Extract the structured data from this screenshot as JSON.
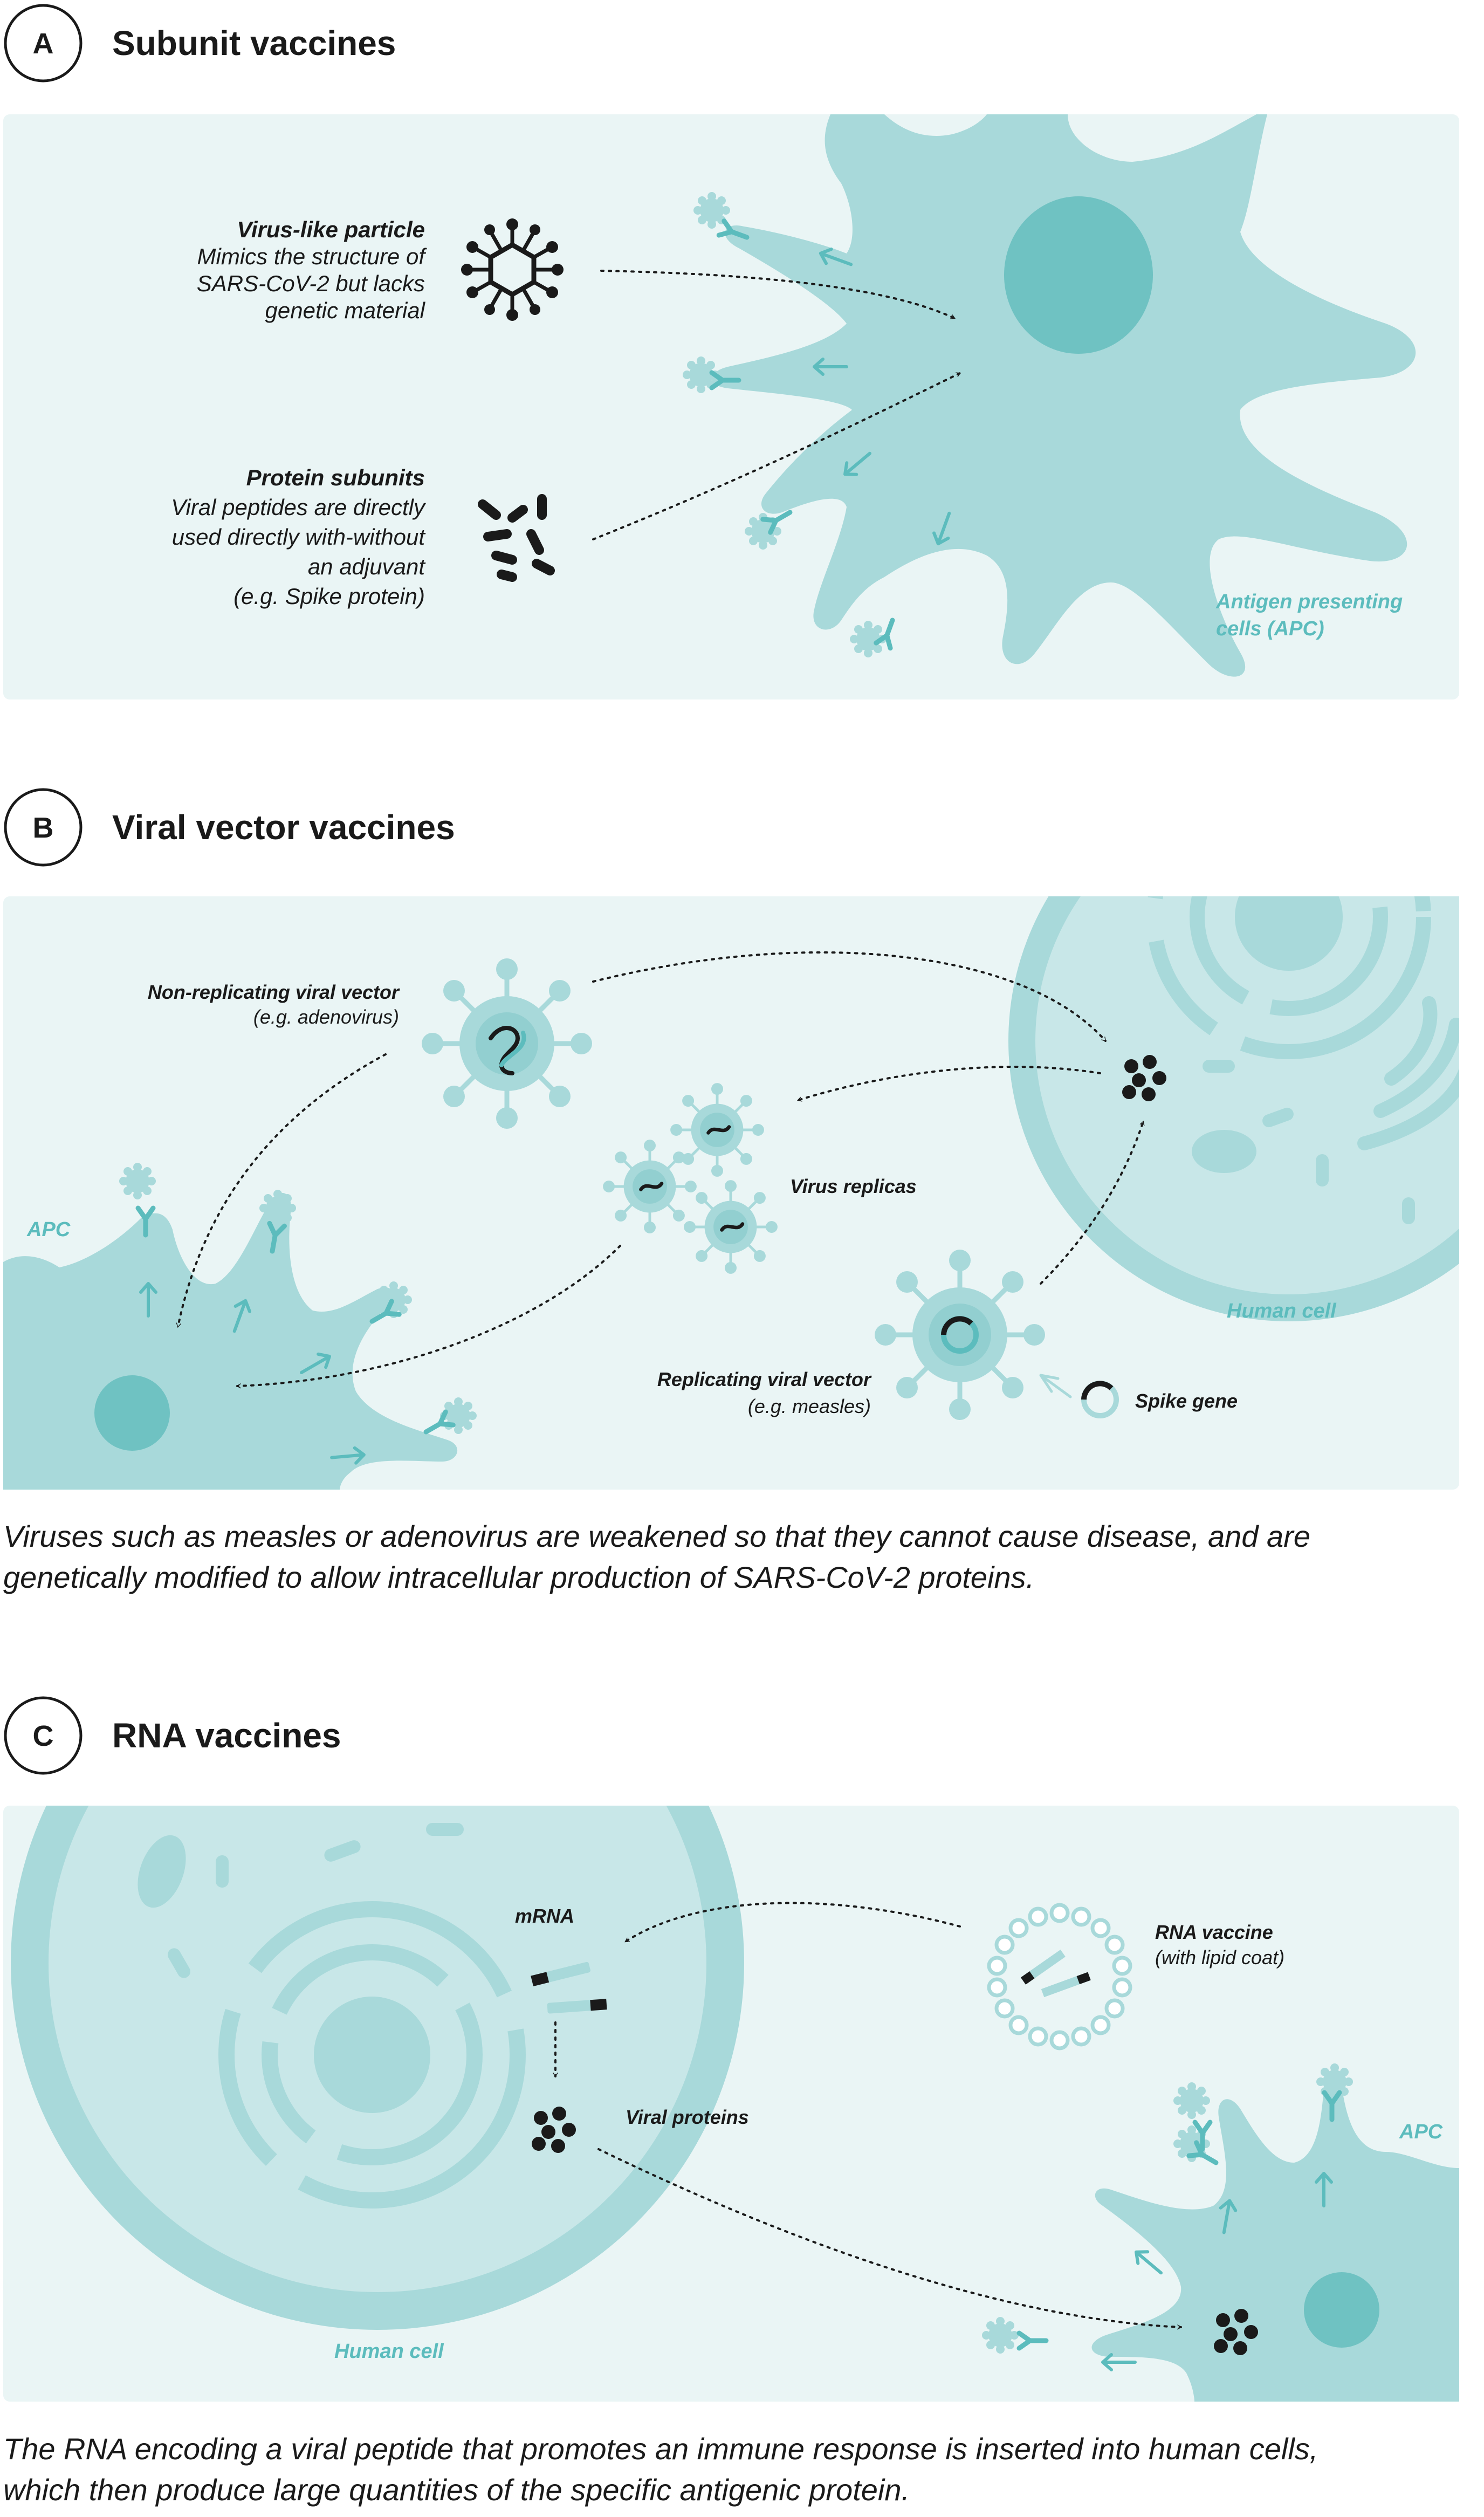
{
  "colors": {
    "panel_bg": "#eaf5f5",
    "cell_fill": "#a8d9da",
    "cell_light": "#c8e7e8",
    "nucleus": "#6fc2c2",
    "accent": "#5cbcbd",
    "ink": "#1a1a1a"
  },
  "section_a": {
    "letter": "A",
    "title": "Subunit vaccines",
    "vlp": {
      "title": "Virus-like particle",
      "lines": [
        "Mimics the structure of",
        "SARS-CoV-2 but lacks",
        "genetic material"
      ]
    },
    "protein": {
      "title": "Protein subunits",
      "lines": [
        "Viral peptides are directly",
        "used directly with-without",
        "an adjuvant",
        "(e.g. Spike protein)"
      ]
    },
    "apc_label": [
      "Antigen presenting",
      "cells (APC)"
    ]
  },
  "section_b": {
    "letter": "B",
    "title": "Viral vector vaccines",
    "non_replicating": {
      "title": "Non-replicating viral vector",
      "sub": "(e.g. adenovirus)"
    },
    "virus_replicas": "Virus replicas",
    "replicating": {
      "title": "Replicating viral vector",
      "sub": "(e.g. measles)"
    },
    "spike_gene": "Spike gene",
    "apc": "APC",
    "human_cell": "Human cell",
    "caption": [
      "Viruses such as measles or adenovirus are weakened so that they cannot cause disease, and are",
      "genetically modified to allow intracellular production of SARS-CoV-2 proteins."
    ]
  },
  "section_c": {
    "letter": "C",
    "title": "RNA vaccines",
    "mrna": "mRNA",
    "viral_proteins": "Viral proteins",
    "rna_vaccine": {
      "title": "RNA vaccine",
      "sub": "(with lipid coat)"
    },
    "apc": "APC",
    "human_cell": "Human cell",
    "caption": [
      "The RNA encoding a viral peptide that promotes an immune response is inserted into human cells,",
      "which then produce large quantities of the specific antigenic protein."
    ]
  }
}
